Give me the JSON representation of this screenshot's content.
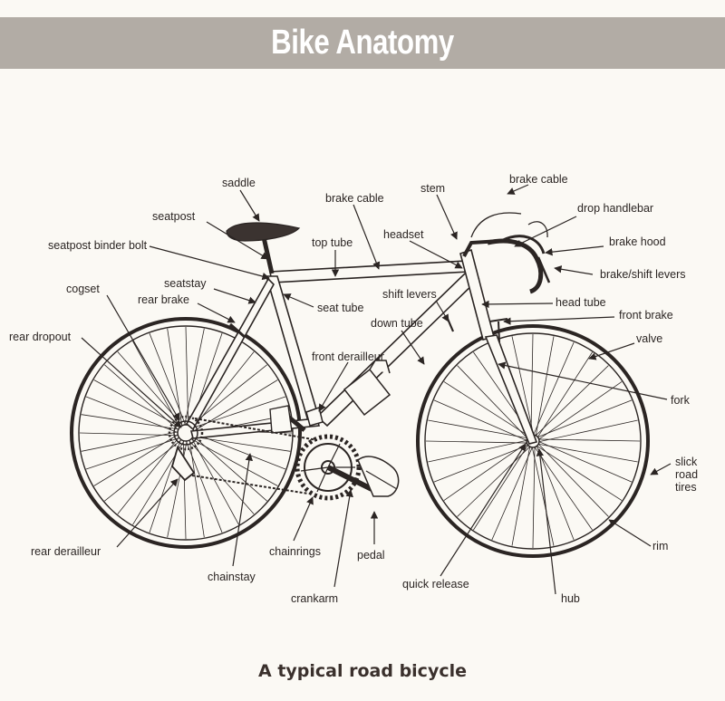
{
  "title": "Bike Anatomy",
  "caption": "A typical road bicycle",
  "colors": {
    "banner": "#b2aca5",
    "ink": "#2b2523",
    "paper": "#fbf9f4"
  },
  "labels": {
    "saddle": "saddle",
    "seatpost": "seatpost",
    "seatpost_binder_bolt": "seatpost binder bolt",
    "seatstay": "seatstay",
    "rear_brake": "rear brake",
    "cogset": "cogset",
    "rear_dropout": "rear dropout",
    "brake_cable_top": "brake cable",
    "top_tube": "top tube",
    "stem": "stem",
    "headset": "headset",
    "brake_cable_right": "brake cable",
    "drop_handlebar": "drop handlebar",
    "brake_hood": "brake hood",
    "brake_shift_levers": "brake/shift levers",
    "seat_tube": "seat tube",
    "shift_levers": "shift levers",
    "head_tube": "head tube",
    "down_tube": "down tube",
    "front_brake": "front brake",
    "valve": "valve",
    "front_derailleur": "front derailleur",
    "fork": "fork",
    "slick": "slick",
    "road": "road",
    "tires": "tires",
    "rear_derailleur": "rear derailleur",
    "chainrings": "chainrings",
    "pedal": "pedal",
    "rim": "rim",
    "chainstay": "chainstay",
    "quick_release": "quick release",
    "crankarm": "crankarm",
    "hub": "hub"
  }
}
